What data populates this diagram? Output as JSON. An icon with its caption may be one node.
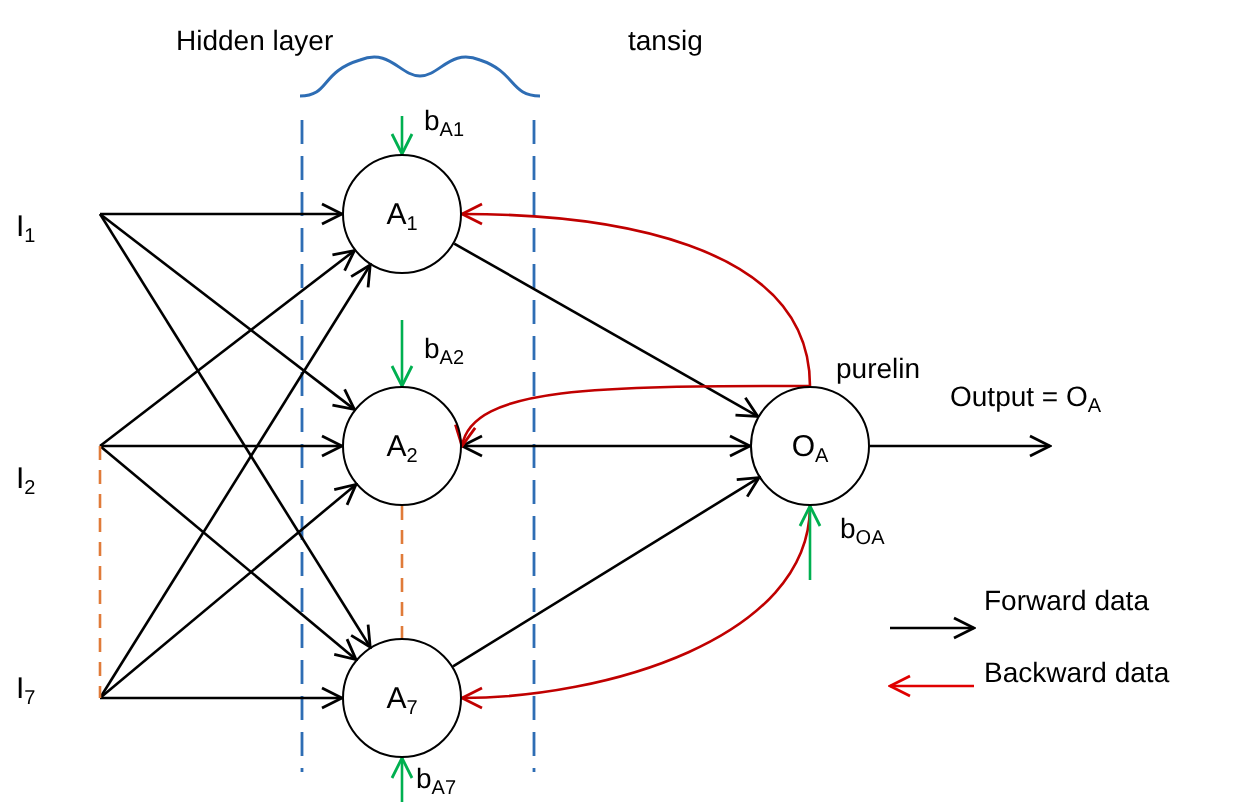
{
  "diagram": {
    "nodes": [
      {
        "text": [
          "I$_{1}$"
        ]
      },
      {
        "text": [
          "I$_{2}$"
        ]
      },
      {
        "text": [
          "I$_{7}$"
        ]
      },
      {
        "text": [
          "A$_{1}$"
        ]
      },
      {
        "text": [
          "A$_{2}$"
        ]
      },
      {
        "text": [
          "A$_{7}$"
        ]
      },
      {
        "text": [
          "O$_{A}$"
        ],
        "beside": [
          "purelin"
        ]
      }
    ],
    "edges": [
      {
        "from": 0,
        "to": 3,
        "arrow": "to"
      },
      {
        "from": 0,
        "to": 4,
        "arrow": "to"
      },
      {
        "from": 0,
        "to": 5,
        "arrow": "to"
      },
      {
        "from": 1,
        "to": 3,
        "arrow": "to"
      },
      {
        "from": 1,
        "to": 4,
        "arrow": "to"
      },
      {
        "from": 1,
        "to": 5,
        "arrow": "to"
      },
      {
        "from": 2,
        "to": 3,
        "arrow": "to"
      },
      {
        "from": 2,
        "to": 4,
        "arrow": "to"
      },
      {
        "from": 2,
        "to": 5,
        "arrow": "to"
      },
      {
        "from": 3,
        "to": 6,
        "arrow": "to"
      },
      {
        "from": 4,
        "to": 6,
        "arrow": "both"
      },
      {
        "from": 5,
        "to": 6,
        "arrow": "to"
      },
      {
        "from": 6,
        "to": 3,
        "arrow": "to",
        "color": "#c00000"
      },
      {
        "from": 6,
        "to": 4,
        "arrow": "to",
        "color": "#c00000"
      },
      {
        "from": 6,
        "to": 5,
        "arrow": "to",
        "color": "#c00000"
      },
      {
        "from": null,
        "to": 3,
        "arrow": "to",
        "label": "b$_{A1}$",
        "color": "#00b050"
      },
      {
        "from": null,
        "to": 4,
        "arrow": "to",
        "label": "b$_{A2}$",
        "color": "#00b050"
      },
      {
        "from": null,
        "to": 5,
        "arrow": "to",
        "label": "b$_{A7}$",
        "color": "#00b050"
      },
      {
        "from": null,
        "to": 6,
        "arrow": "to",
        "label": "b$_{OA}$",
        "color": "#00b050"
      },
      {
        "from": 6,
        "to": null,
        "arrow": "to",
        "label": "Output = O$_{A}$"
      },
      {
        "from": 1,
        "to": 2,
        "arrow": "none",
        "style": "dashed",
        "color": "#e07b39"
      },
      {
        "from": 4,
        "to": 5,
        "arrow": "none",
        "style": "dashed",
        "color": "#e07b39"
      }
    ],
    "labels": [
      "Hidden layer",
      "tansig"
    ],
    "legend": [
      {
        "text": "Forward data"
      },
      {
        "text": "Backward data"
      }
    ]
  }
}
